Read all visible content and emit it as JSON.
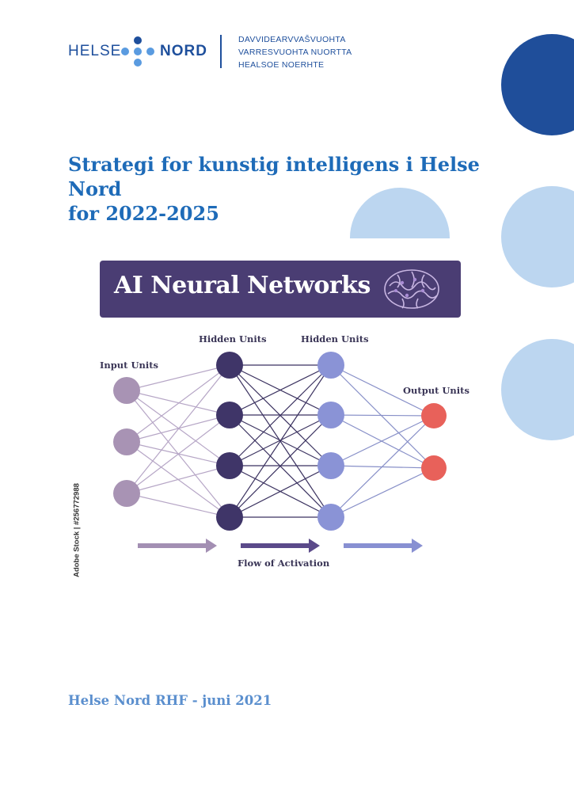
{
  "logo": {
    "left": "HELSE",
    "right": "NORD",
    "sami_lines": [
      "DAVVIDEARVVAŠVUOHTA",
      "VARRESVUOHTA NUORTTA",
      "HEALSOE NOERHTE"
    ],
    "primary_color": "#1e4f9c",
    "dot_color": "#5a9be0"
  },
  "title": {
    "line1": "Strategi for kunstig intelligens i Helse Nord",
    "line2": "for 2022-2025"
  },
  "image": {
    "banner_title": "AI Neural Networks",
    "labels": {
      "input": "Input Units",
      "hidden1": "Hidden Units",
      "hidden2": "Hidden Units",
      "output": "Output Units",
      "flow": "Flow of Activation"
    },
    "layers": [
      3,
      4,
      4,
      2
    ],
    "layer_colors": [
      "#a893b4",
      "#3f3568",
      "#8a93d6",
      "#e8615a"
    ],
    "credit": "Adobe Stock | #256772988"
  },
  "footer": {
    "text": "Helse Nord RHF - juni 2021"
  },
  "colors": {
    "dark_blue": "#1f4e9a",
    "light_blue": "#bcd6f0",
    "title_blue": "#1e6bb8",
    "footer_blue": "#5b8fce"
  }
}
